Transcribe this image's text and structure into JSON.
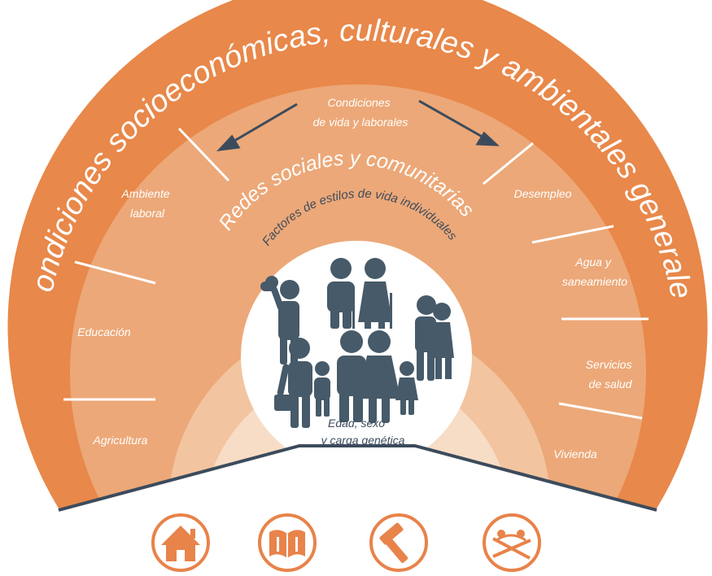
{
  "layers": {
    "outer": {
      "label": "Condiciones socioeconómicas, culturales y ambientales generales"
    },
    "social": {
      "label": "Redes sociales y comunitarias"
    },
    "lifestyle": {
      "label": "Factores de estilos de vida individuales"
    },
    "core": {
      "line1": "Edad, sexo",
      "line2": "y carga genética"
    }
  },
  "living_conditions": {
    "title_line1": "Condiciones",
    "title_line2": "de vida y laborales",
    "left_segments": [
      {
        "line1": "Ambiente",
        "line2": "laboral"
      },
      {
        "line1": "Educación",
        "line2": ""
      },
      {
        "line1": "Agricultura",
        "line2": ""
      }
    ],
    "right_segments": [
      {
        "line1": "Desempleo",
        "line2": ""
      },
      {
        "line1": "Agua y",
        "line2": "saneamiento"
      },
      {
        "line1": "Servicios",
        "line2": "de salud"
      },
      {
        "line1": "Vivienda",
        "line2": ""
      }
    ]
  },
  "bottom_icons": [
    {
      "name": "house-icon"
    },
    {
      "name": "book-icon"
    },
    {
      "name": "hammer-icon"
    },
    {
      "name": "farming-icon"
    }
  ],
  "colors": {
    "outer": "#e8884a",
    "middle": "#eca878",
    "social": "#f2c4a0",
    "lifestyle": "#f8ddc6",
    "core": "#ffffff",
    "people": "#465a69",
    "icon_orange": "#e8834a"
  }
}
